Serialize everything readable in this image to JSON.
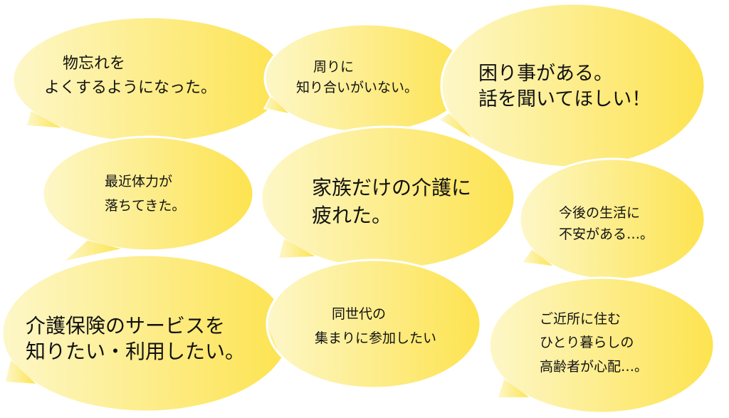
{
  "colors": {
    "fill_light": "#fdf7c8",
    "fill_dark": "#fde34f",
    "outline": "#ffffff",
    "text": "#111111"
  },
  "bubbles": [
    {
      "lines": [
        "物忘れを",
        "よくするようになった。"
      ]
    },
    {
      "lines": [
        "周りに",
        "知り合いがいない。"
      ]
    },
    {
      "lines": [
        "困り事がある。",
        "話を聞いてほしい！"
      ]
    },
    {
      "lines": [
        "最近体力が",
        "落ちてきた。"
      ]
    },
    {
      "lines": [
        "家族だけの介護に",
        "疲れた。"
      ]
    },
    {
      "lines": [
        "今後の生活に",
        "不安がある…。"
      ]
    },
    {
      "lines": [
        "介護保険のサービスを",
        "知りたい・利用したい。"
      ]
    },
    {
      "lines": [
        "同世代の",
        "集まりに参加したい"
      ]
    },
    {
      "lines": [
        "ご近所に住む",
        "ひとり暮らしの",
        "高齢者が心配…。"
      ]
    }
  ]
}
